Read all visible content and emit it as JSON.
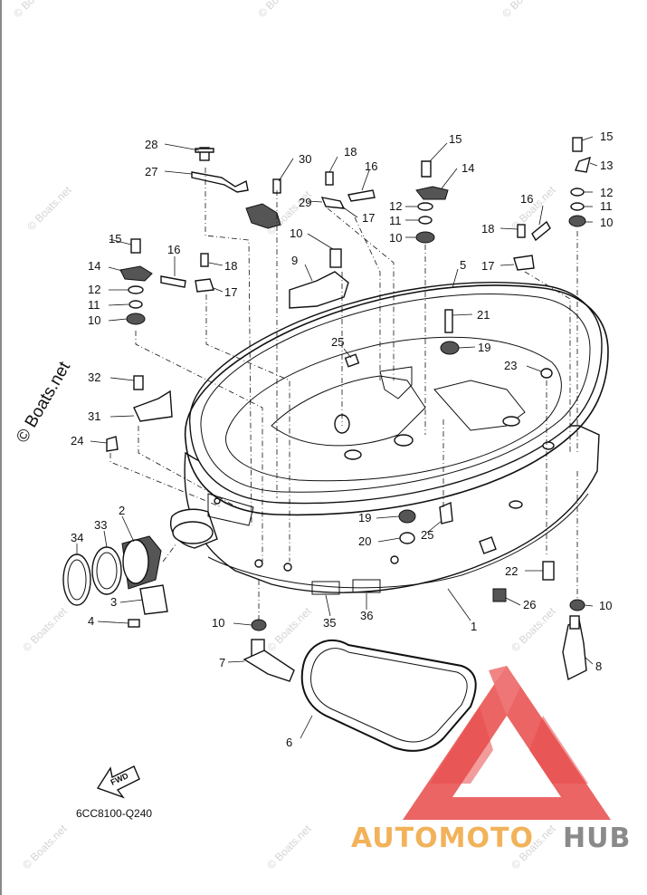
{
  "diagram": {
    "code": "6CC8100-Q240",
    "fwd_label": "FWD",
    "watermark_text": "© Boats.net",
    "side_watermark": "© Boats.net"
  },
  "brand": {
    "part1": "AUTOMOTO",
    "part2": "HUB",
    "color1": "#f2b25a",
    "color2": "#8a8a8a",
    "logo_color": "#e84a4a"
  },
  "callouts": [
    {
      "id": "c28",
      "text": "28"
    },
    {
      "id": "c27",
      "text": "27"
    },
    {
      "id": "c30",
      "text": "30"
    },
    {
      "id": "c29",
      "text": "29"
    },
    {
      "id": "c18a",
      "text": "18"
    },
    {
      "id": "c16a",
      "text": "16"
    },
    {
      "id": "c17a",
      "text": "17"
    },
    {
      "id": "c15a",
      "text": "15"
    },
    {
      "id": "c14a",
      "text": "14"
    },
    {
      "id": "c12a",
      "text": "12"
    },
    {
      "id": "c11a",
      "text": "11"
    },
    {
      "id": "c10a",
      "text": "10"
    },
    {
      "id": "c15b",
      "text": "15"
    },
    {
      "id": "c13",
      "text": "13"
    },
    {
      "id": "c12b",
      "text": "12"
    },
    {
      "id": "c11b",
      "text": "11"
    },
    {
      "id": "c10b",
      "text": "10"
    },
    {
      "id": "c16b",
      "text": "16"
    },
    {
      "id": "c18b",
      "text": "18"
    },
    {
      "id": "c17b",
      "text": "17"
    },
    {
      "id": "c5",
      "text": "5"
    },
    {
      "id": "c10c",
      "text": "10"
    },
    {
      "id": "c9",
      "text": "9"
    },
    {
      "id": "c15c",
      "text": "15"
    },
    {
      "id": "c16c",
      "text": "16"
    },
    {
      "id": "c14b",
      "text": "14"
    },
    {
      "id": "c12c",
      "text": "12"
    },
    {
      "id": "c11c",
      "text": "11"
    },
    {
      "id": "c10d",
      "text": "10"
    },
    {
      "id": "c18c",
      "text": "18"
    },
    {
      "id": "c17c",
      "text": "17"
    },
    {
      "id": "c21",
      "text": "21"
    },
    {
      "id": "c19a",
      "text": "19"
    },
    {
      "id": "c25a",
      "text": "25"
    },
    {
      "id": "c23",
      "text": "23"
    },
    {
      "id": "c32",
      "text": "32"
    },
    {
      "id": "c31",
      "text": "31"
    },
    {
      "id": "c24",
      "text": "24"
    },
    {
      "id": "c2",
      "text": "2"
    },
    {
      "id": "c33",
      "text": "33"
    },
    {
      "id": "c34",
      "text": "34"
    },
    {
      "id": "c3",
      "text": "3"
    },
    {
      "id": "c4",
      "text": "4"
    },
    {
      "id": "c19b",
      "text": "19"
    },
    {
      "id": "c20",
      "text": "20"
    },
    {
      "id": "c25b",
      "text": "25"
    },
    {
      "id": "c22",
      "text": "22"
    },
    {
      "id": "c26",
      "text": "26"
    },
    {
      "id": "c10e",
      "text": "10"
    },
    {
      "id": "c1",
      "text": "1"
    },
    {
      "id": "c35",
      "text": "35"
    },
    {
      "id": "c36",
      "text": "36"
    },
    {
      "id": "c10f",
      "text": "10"
    },
    {
      "id": "c7",
      "text": "7"
    },
    {
      "id": "c6",
      "text": "6"
    },
    {
      "id": "c8",
      "text": "8"
    }
  ]
}
